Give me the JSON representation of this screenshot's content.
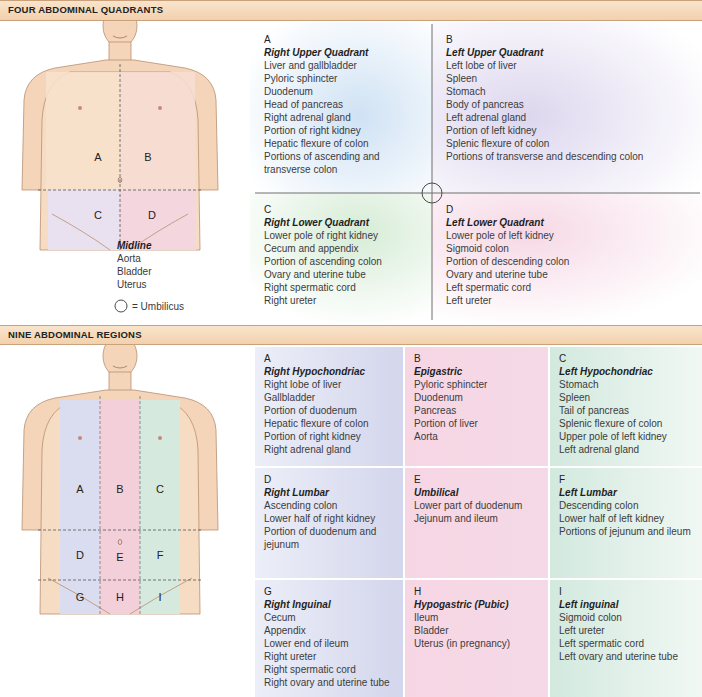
{
  "diagram": {
    "nodes": [
      {
        "text": [
          "FOUR ABDOMINAL QUADRANTS"
        ]
      },
      {
        "text": [
          "A",
          "Right Upper Quadrant",
          "Liver and gallbladder",
          "Pyloric sphincter",
          "Duodenum",
          "Head of pancreas",
          "Right adrenal gland",
          "Portion of right kidney",
          "Hepatic flexure of colon",
          "Portions of ascending and transverse colon"
        ]
      },
      {
        "text": [
          "B",
          "Left Upper Quadrant",
          "Left lobe of liver",
          "Spleen",
          "Stomach",
          "Body of pancreas",
          "Left adrenal gland",
          "Portion of left kidney",
          "Splenic flexure of colon",
          "Portions of transverse and descending colon"
        ]
      },
      {
        "text": [
          "C",
          "Right Lower Quadrant",
          "Lower pole of right kidney",
          "Cecum and appendix",
          "Portion of ascending colon",
          "Ovary and uterine tube",
          "Right spermatic cord",
          "Right ureter"
        ]
      },
      {
        "text": [
          "D",
          "Left Lower Quadrant",
          "Lower pole of left kidney",
          "Sigmoid colon",
          "Portion of descending colon",
          "Ovary and uterine tube",
          "Left spermatic cord",
          "Left ureter"
        ]
      },
      {
        "text": [
          "NINE ABDOMINAL REGIONS"
        ]
      },
      {
        "text": [
          "A",
          "Right Hypochondriac",
          "Right lobe of liver",
          "Gallbladder",
          "Portion of duodenum",
          "Hepatic flexure of colon",
          "Portion of right kidney",
          "Right adrenal gland"
        ]
      },
      {
        "text": [
          "B",
          "Epigastric",
          "Pyloric sphincter",
          "Duodenum",
          "Pancreas",
          "Portion of liver",
          "Aorta"
        ]
      },
      {
        "text": [
          "C",
          "Left Hypochondriac",
          "Stomach",
          "Spleen",
          "Tail of pancreas",
          "Splenic flexure of colon",
          "Upper pole of left kidney",
          "Left adrenal gland"
        ]
      },
      {
        "text": [
          "D",
          "Right Lumbar",
          "Ascending colon",
          "Lower half of right kidney",
          "Portion of duodenum and jejunum"
        ]
      },
      {
        "text": [
          "E",
          "Umbilical",
          "Lower part of duodenum",
          "Jejunum and ileum"
        ]
      },
      {
        "text": [
          "F",
          "Left Lumbar",
          "Descending colon",
          "Lower half of left kidney",
          "Portions of jejunum and ileum"
        ]
      },
      {
        "text": [
          "G",
          "Right Inguinal",
          "Cecum",
          "Appendix",
          "Lower end of ileum",
          "Right ureter",
          "Right spermatic cord",
          "Right ovary and uterine tube"
        ]
      },
      {
        "text": [
          "H",
          "Hypogastric (Pubic)",
          "Ileum",
          "Bladder",
          "Uterus (in pregnancy)"
        ]
      },
      {
        "text": [
          "I",
          "Left inguinal",
          "Sigmoid colon",
          "Left ureter",
          "Left spermatic cord",
          "Left ovary and uterine tube"
        ]
      }
    ],
    "labels": [
      "A",
      "B",
      "C",
      "D",
      "Midline",
      "Aorta",
      "Bladder",
      "Uterus",
      "A",
      "B",
      "C",
      "D",
      "E",
      "F",
      "G",
      "H",
      "I"
    ],
    "legend": [
      {
        "text": "= Umbilicus"
      }
    ]
  }
}
